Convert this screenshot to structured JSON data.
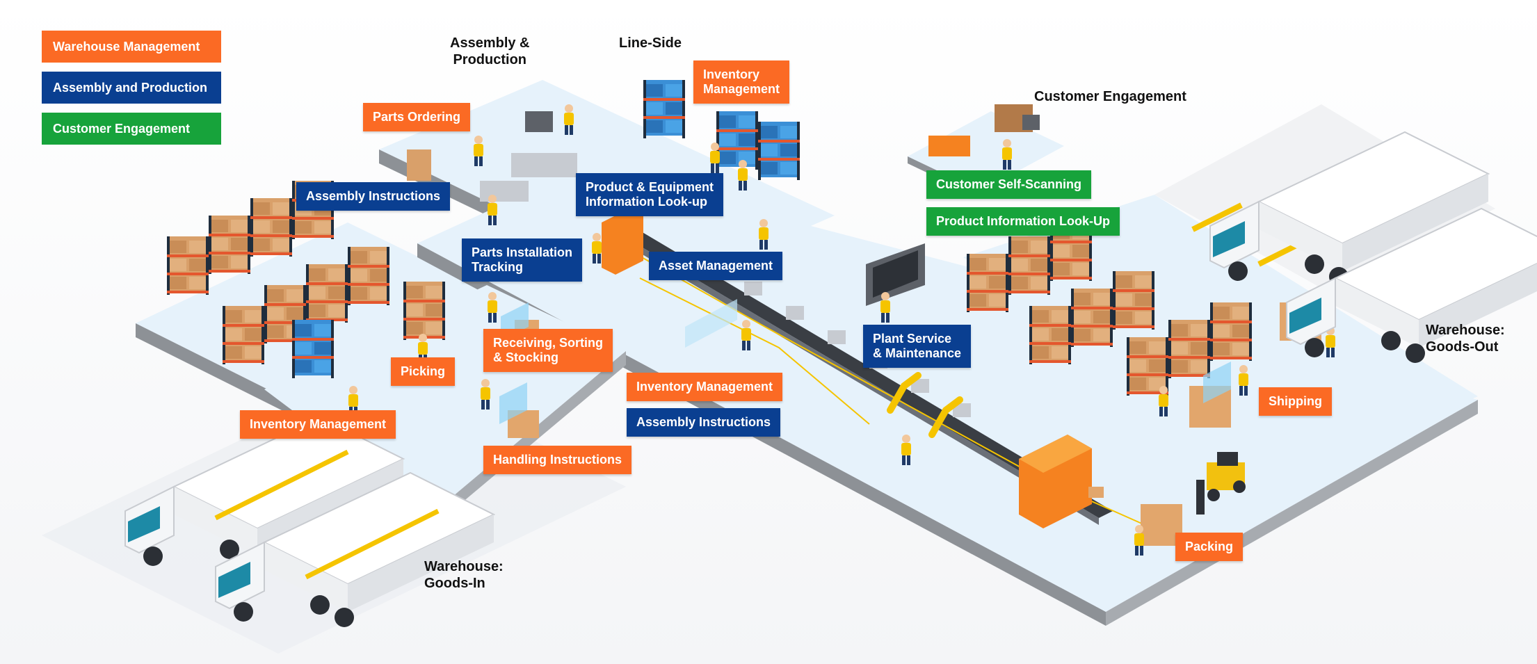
{
  "legend": [
    {
      "label": "Warehouse Management",
      "color": "#fb6a24"
    },
    {
      "label": "Assembly and Production",
      "color": "#0a3f91"
    },
    {
      "label": "Customer Engagement",
      "color": "#17a33b"
    }
  ],
  "zones": {
    "assembly_production": "Assembly &\nProduction",
    "line_side": "Line-Side",
    "customer_engagement": "Customer Engagement",
    "goods_out": "Warehouse:\nGoods-Out",
    "goods_in": "Warehouse:\nGoods-In"
  },
  "tags": {
    "parts_ordering": "Parts Ordering",
    "inventory_line_side": "Inventory\nManagement",
    "assembly_instructions_left": "Assembly Instructions",
    "product_equipment_lookup": "Product & Equipment\nInformation Look-up",
    "parts_installation": "Parts Installation\nTracking",
    "asset_management": "Asset Management",
    "receiving_sorting": "Receiving, Sorting\n& Stocking",
    "picking": "Picking",
    "inventory_goods_in": "Inventory Management",
    "inventory_center": "Inventory Management",
    "assembly_instructions_center": "Assembly Instructions",
    "handling_instructions": "Handling Instructions",
    "plant_service": "Plant Service\n& Maintenance",
    "customer_self_scanning": "Customer Self-Scanning",
    "product_info_lookup": "Product Information Look-Up",
    "shipping": "Shipping",
    "packing": "Packing"
  },
  "colors": {
    "warehouse": "#fb6a24",
    "assembly": "#0a3f91",
    "customer": "#17a33b",
    "floor": "#e6f2fb",
    "wall": "#8d9196"
  }
}
